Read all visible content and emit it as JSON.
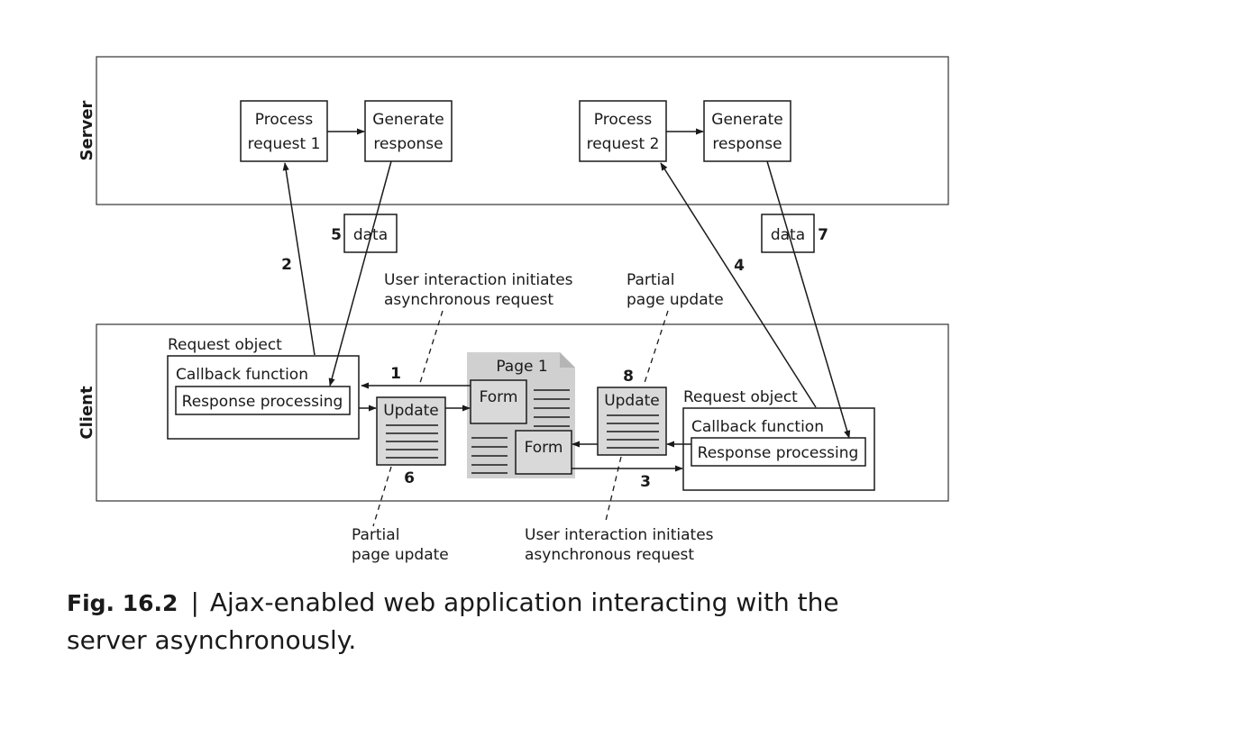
{
  "diagram": {
    "server_label": "Server",
    "client_label": "Client",
    "server": {
      "process1": [
        "Process",
        "request 1"
      ],
      "generate1": [
        "Generate",
        "response"
      ],
      "process2": [
        "Process",
        "request 2"
      ],
      "generate2": [
        "Generate",
        "response"
      ]
    },
    "data_left": "data",
    "data_right": "data",
    "steps": {
      "s1": "1",
      "s2": "2",
      "s3": "3",
      "s4": "4",
      "s5": "5",
      "s6": "6",
      "s7": "7",
      "s8": "8"
    },
    "notes": {
      "top_left": [
        "User interaction initiates",
        "asynchronous request"
      ],
      "top_right": [
        "Partial",
        "page update"
      ],
      "bottom_left": [
        "Partial",
        "page update"
      ],
      "bottom_right": [
        "User interaction initiates",
        "asynchronous request"
      ]
    },
    "client": {
      "req_obj_left": "Request object",
      "callback_left": "Callback function",
      "response_left": "Response processing",
      "update_left": "Update",
      "page_title": "Page 1",
      "form_top": "Form",
      "form_bottom": "Form",
      "update_right": "Update",
      "req_obj_right": "Request object",
      "callback_right": "Callback function",
      "response_right": "Response processing"
    }
  },
  "caption": {
    "fig_label": "Fig. 16.2",
    "separator": "|",
    "text_line1": "Ajax-enabled web application interacting with the",
    "text_line2": "server asynchronously."
  }
}
